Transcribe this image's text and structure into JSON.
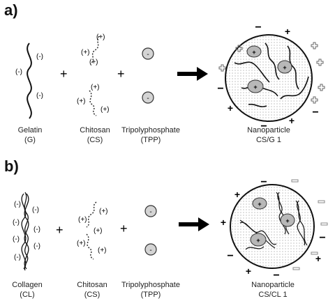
{
  "panel_a": {
    "label": "a)",
    "gelatin": {
      "name": "Gelatin",
      "abbr": "(G)",
      "charge": "(-)"
    },
    "chitosan": {
      "name": "Chitosan",
      "abbr": "(CS)",
      "charge": "(+)"
    },
    "tpp": {
      "name": "Tripolyphosphate",
      "abbr": "(TPP)",
      "charge": "-"
    },
    "product": {
      "name": "Nanoparticle",
      "abbr": "CS/G 1"
    },
    "plus": "+"
  },
  "panel_b": {
    "label": "b)",
    "collagen": {
      "name": "Collagen",
      "abbr": "(CL)",
      "charge": "(-)"
    },
    "chitosan": {
      "name": "Chitosan",
      "abbr": "(CS)",
      "charge": "(+)"
    },
    "tpp": {
      "name": "Tripolyphosphate",
      "abbr": "(TPP)",
      "charge": "-"
    },
    "product": {
      "name": "Nanoparticle",
      "abbr": "CS/CL 1"
    },
    "plus": "+"
  }
}
